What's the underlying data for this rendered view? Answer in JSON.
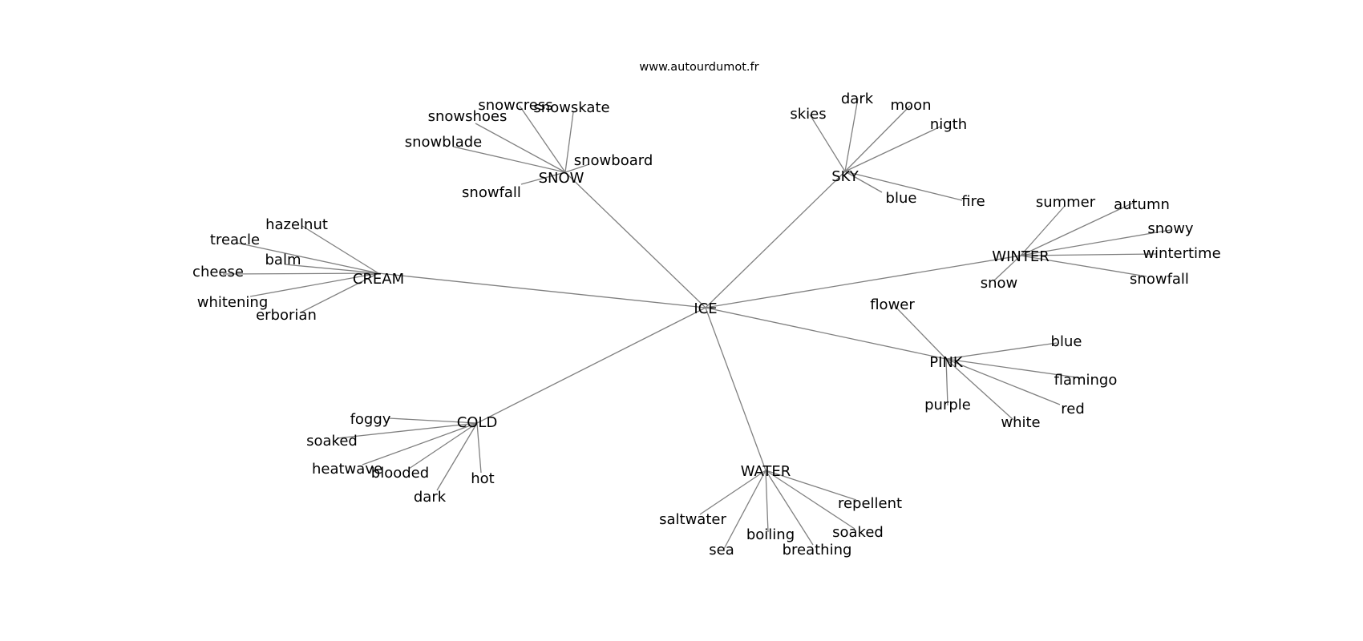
{
  "credit": "www.autourdumot.fr",
  "colors": {
    "edge": "#808080",
    "text": "#000000",
    "background": "#ffffff"
  },
  "graph": {
    "center": "ICE",
    "groups": [
      {
        "hub": "SNOW",
        "leaves": [
          "snowcress",
          "snowskate",
          "snowshoes",
          "snowblade",
          "snowboard",
          "snowfall"
        ]
      },
      {
        "hub": "SKY",
        "leaves": [
          "skies",
          "dark",
          "moon",
          "nigth",
          "blue",
          "fire"
        ]
      },
      {
        "hub": "CREAM",
        "leaves": [
          "hazelnut",
          "treacle",
          "balm",
          "cheese",
          "whitening",
          "erborian"
        ]
      },
      {
        "hub": "WINTER",
        "leaves": [
          "summer",
          "autumn",
          "snowy",
          "wintertime",
          "snowfall",
          "snow"
        ]
      },
      {
        "hub": "PINK",
        "leaves": [
          "flower",
          "blue",
          "flamingo",
          "red",
          "white",
          "purple"
        ]
      },
      {
        "hub": "COLD",
        "leaves": [
          "foggy",
          "soaked",
          "heatwave",
          "blooded",
          "dark",
          "hot"
        ]
      },
      {
        "hub": "WATER",
        "leaves": [
          "repellent",
          "saltwater",
          "soaked",
          "boiling",
          "sea",
          "breathing"
        ]
      }
    ]
  }
}
